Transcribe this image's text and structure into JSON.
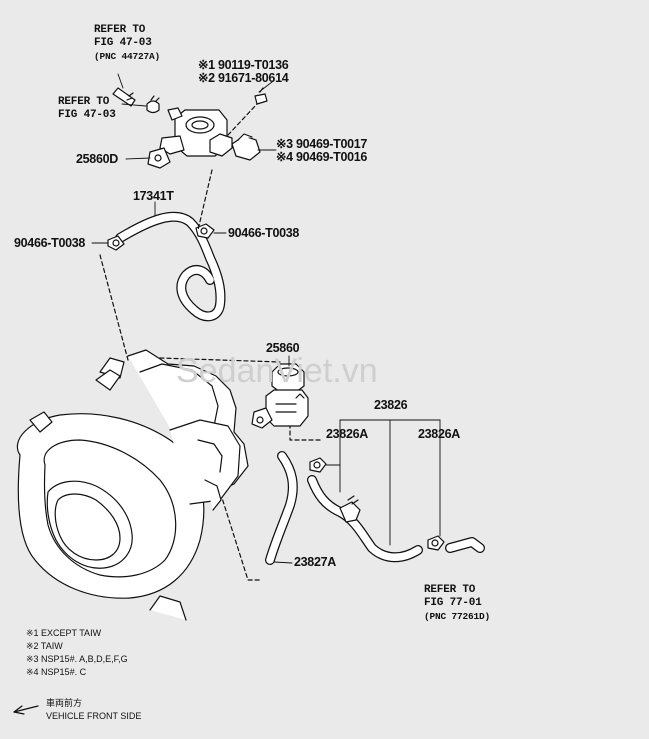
{
  "refs": {
    "top_ref": {
      "line1": "REFER TO",
      "line2": "FIG 47-03",
      "line3": "(PNC 44727A)"
    },
    "mid_ref": {
      "line1": "REFER TO",
      "line2": "FIG 47-03"
    },
    "bottom_ref": {
      "line1": "REFER TO",
      "line2": "FIG 77-01",
      "line3": "(PNC 77261D)"
    }
  },
  "parts": {
    "p1": "※1  90119-T0136",
    "p2": "※2  91671-80614",
    "p3": "※3 90469-T0017",
    "p4": "※4 90469-T0016",
    "p25860d": "25860D",
    "p17341t": "17341T",
    "p90466_left": "90466-T0038",
    "p90466_right": "90466-T0038",
    "p25860": "25860",
    "p23826": "23826",
    "p23826a_left": "23826A",
    "p23826a_right": "23826A",
    "p23827a": "23827A"
  },
  "notes": [
    "※1 EXCEPT TAIW",
    "※2 TAIW",
    "※3 NSP15#. A,B,D,E,F,G",
    "※4 NSP15#. C"
  ],
  "direction": {
    "cn": "車両前方",
    "en": "VEHICLE FRONT SIDE"
  },
  "watermark": "SedanViet.vn"
}
